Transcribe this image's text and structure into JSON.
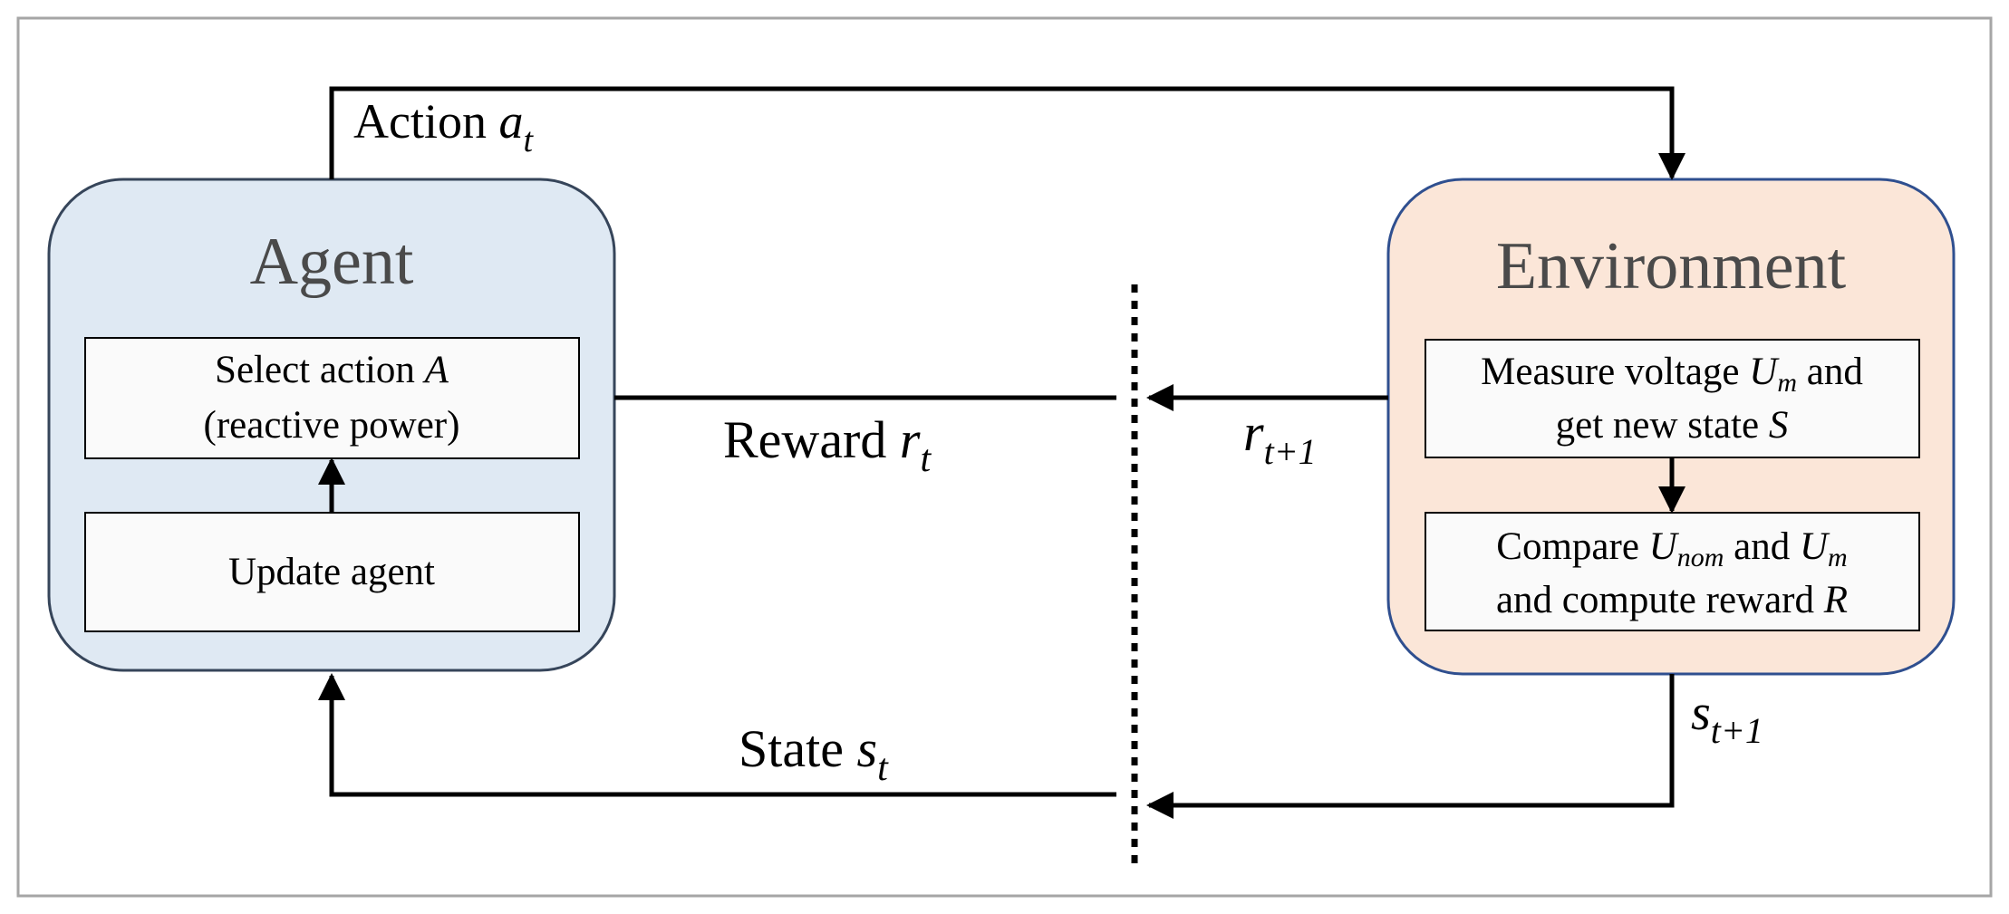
{
  "agent": {
    "title": "Agent",
    "select_action": {
      "line1": {
        "text": "Select action ",
        "var": "A"
      },
      "line2": "(reactive power)"
    },
    "update_agent": "Update agent"
  },
  "environment": {
    "title": "Environment",
    "measure": {
      "line1": {
        "text": "Measure voltage ",
        "var": "U",
        "sub": "m",
        "tail": " and"
      },
      "line2": {
        "text": "get new state ",
        "var": "S"
      }
    },
    "compare": {
      "line1": {
        "text": "Compare ",
        "var1": "U",
        "sub1": "nom",
        "mid": " and ",
        "var2": "U",
        "sub2": "m"
      },
      "line2": {
        "text": "and compute reward ",
        "var": "R"
      }
    }
  },
  "signals": {
    "action": {
      "text": "Action ",
      "var": "a",
      "sub": "t"
    },
    "reward": {
      "text": "Reward ",
      "var": "r",
      "sub": "t"
    },
    "reward_next": {
      "var": "r",
      "sub": "t+1"
    },
    "state": {
      "text": "State ",
      "var": "s",
      "sub": "t"
    },
    "state_next": {
      "var": "s",
      "sub": "t+1"
    }
  },
  "colors": {
    "agent_fill": "#dfe9f3",
    "agent_stroke": "#36455a",
    "env_fill": "#fbe6d8",
    "env_stroke": "#2f4f8f",
    "inner_fill": "#fafafa",
    "frame": "#a6a6a6"
  }
}
